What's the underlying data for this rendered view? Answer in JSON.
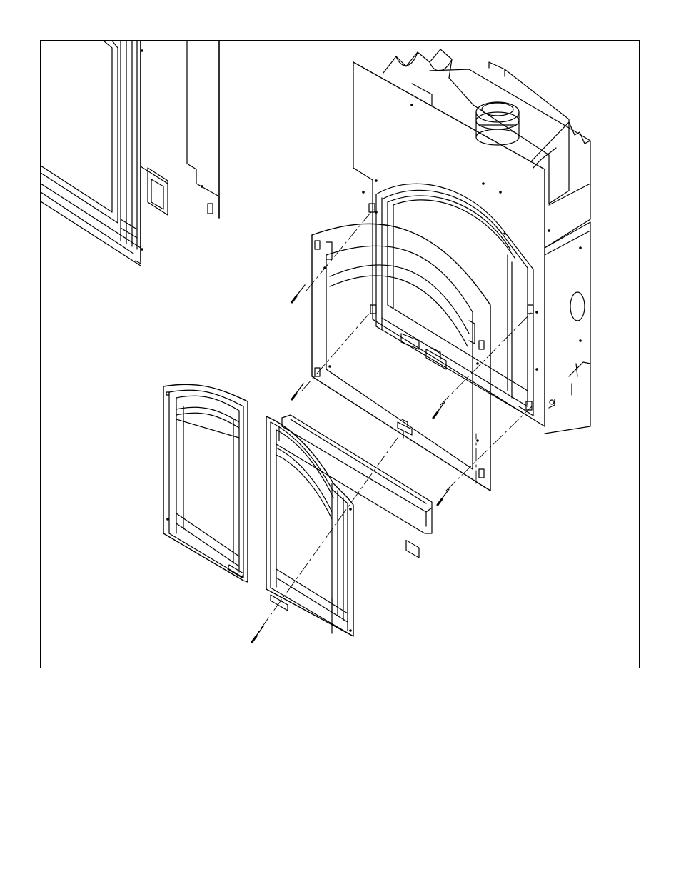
{
  "figure": {
    "colors": {
      "line": "#000000",
      "background": "#ffffff",
      "shade": "#e8e8e8"
    },
    "components": [
      "detail-inset",
      "fireplace-firebox",
      "arched-front-frame",
      "arched-door-panel-rear",
      "arched-door-panel-front",
      "bottom-louver-strip",
      "screw-fasteners"
    ]
  }
}
